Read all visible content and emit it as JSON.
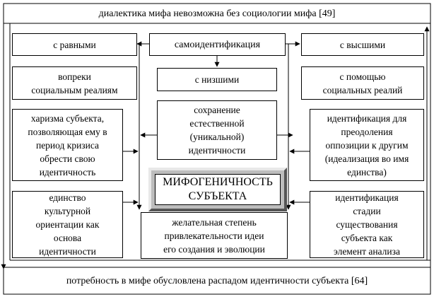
{
  "top_banner": "диалектика мифа невозможна без социологии мифа [49]",
  "bottom_banner": "потребность в мифе обусловлена распадом идентичности субъекта [64]",
  "center_title": "самоидентификация",
  "left_top": "с равными",
  "right_top": "с высшими",
  "center_low": "с низшими",
  "left_2": "вопреки\nсоциальным реалиям",
  "right_2": "с помощью\nсоциальных реалий",
  "left_3": "харизма субъекта,\nпозволяющая ему в\nпериод кризиса\nобрести свою\nидентичность",
  "right_3": "идентификация для\nпреодоления\nоппозиции к другим\n(идеализация во имя\nединства)",
  "center_preserve": "сохранение\nестественной\n(уникальной)\nидентичности",
  "myth_label": "МИФОГЕНИЧНОСТЬ\nСУБЪЕКТА",
  "left_4": "единство\nкультурной\nориентации как\nоснова\nидентичности",
  "right_4": "идентификация\nстадии\nсуществования\nсубъекта как\nэлемент анализа",
  "center_bottom": "желательная степень\nпривлекательности идеи\nего создания и эволюции"
}
